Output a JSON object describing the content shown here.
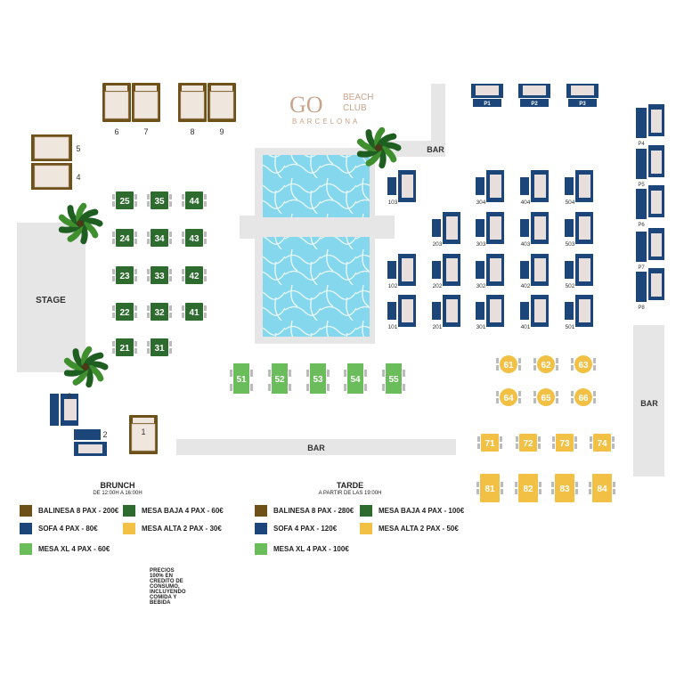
{
  "brand": {
    "logo_mark": "GO",
    "line1": "BEACH",
    "line2": "CLUB",
    "line3": "BARCELONA",
    "color": "#c9a48a"
  },
  "colors": {
    "balinesa": "#6e5019",
    "sofa": "#1c4679",
    "mesa_baja": "#2e6b2e",
    "mesa_alta": "#f2c044",
    "mesa_xl": "#6bbd5b",
    "pool": "#84d7ec",
    "structure": "#e6e6e6"
  },
  "zones": {
    "stage": "STAGE",
    "bar_top": "BAR",
    "bar_bottom": "BAR",
    "bar_right": "BAR"
  },
  "balinesas": [
    "6",
    "7",
    "8",
    "9",
    "5",
    "4",
    "1"
  ],
  "sofas_labelled": [
    "3",
    "2"
  ],
  "premium_sofas_top": [
    "P1",
    "P2",
    "P3"
  ],
  "premium_sofas_right": [
    "P4",
    "P5",
    "P6",
    "P7",
    "P8"
  ],
  "sofas_grid": [
    "103",
    "304",
    "404",
    "504",
    "203",
    "303",
    "403",
    "503",
    "102",
    "202",
    "302",
    "402",
    "502",
    "101",
    "201",
    "301",
    "401",
    "501"
  ],
  "mesa_baja": [
    "25",
    "35",
    "44",
    "24",
    "34",
    "43",
    "23",
    "33",
    "42",
    "22",
    "32",
    "41",
    "21",
    "31"
  ],
  "mesa_xl": [
    "51",
    "52",
    "53",
    "54",
    "55"
  ],
  "mesa_alta": [
    "61",
    "62",
    "63",
    "64",
    "65",
    "66",
    "71",
    "72",
    "73",
    "74",
    "81",
    "82",
    "83",
    "84"
  ],
  "legend": {
    "brunch": {
      "title": "BRUNCH",
      "subtitle": "DE 12:00H A 16:00H",
      "balinesa": "BALINESA 8 PAX - 200€",
      "sofa": "SOFA 4 PAX - 80€",
      "mesa_xl": "MESA XL 4 PAX - 60€",
      "mesa_baja": "MESA BAJA 4 PAX - 60€",
      "mesa_alta": "MESA ALTA 2 PAX - 30€"
    },
    "tarde": {
      "title": "TARDE",
      "subtitle": "A PARTIR DE LAS 19:00H",
      "balinesa": "BALINESA 8 PAX - 280€",
      "sofa": "SOFA 4 PAX - 120€",
      "mesa_xl": "MESA XL 4 PAX - 100€",
      "mesa_baja": "MESA BAJA 4 PAX - 100€",
      "mesa_alta": "MESA ALTA 2 PAX - 50€"
    },
    "note": "PRECIOS 100% EN CREDITO DE CONSUMO, INCLUYENDO COMIDA Y BEBIDA"
  }
}
